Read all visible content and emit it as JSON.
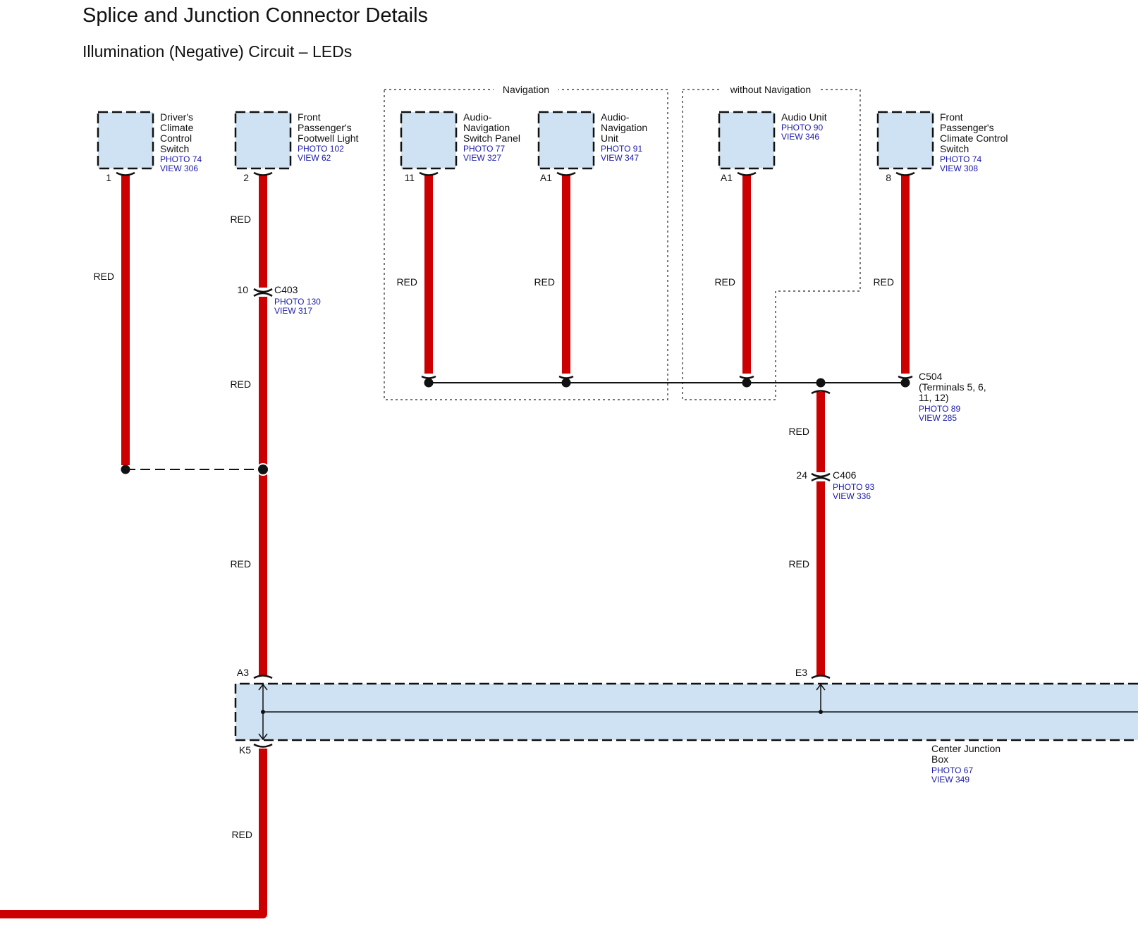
{
  "title": "Splice and Junction Connector Details",
  "subtitle": "Illumination (Negative) Circuit – LEDs",
  "colors": {
    "wire": "#cc0000",
    "component_fill": "#cfe2f3",
    "ref_text": "#1a1aa8"
  },
  "groups": {
    "navigation": "Navigation",
    "without_navigation": "without Navigation"
  },
  "components": {
    "drivers_climate": {
      "name_lines": [
        "Driver's",
        "Climate",
        "Control",
        "Switch"
      ],
      "photo": "PHOTO 74",
      "view": "VIEW 306",
      "pin": "1"
    },
    "footwell_light": {
      "name_lines": [
        "Front",
        "Passenger's",
        "Footwell Light"
      ],
      "photo": "PHOTO 102",
      "view": "VIEW 62",
      "pin": "2"
    },
    "audio_nav_switch": {
      "name_lines": [
        "Audio-",
        "Navigation",
        "Switch Panel"
      ],
      "photo": "PHOTO 77",
      "view": "VIEW 327",
      "pin": "11"
    },
    "audio_nav_unit": {
      "name_lines": [
        "Audio-",
        "Navigation",
        "Unit"
      ],
      "photo": "PHOTO 91",
      "view": "VIEW 347",
      "pin": "A1"
    },
    "audio_unit": {
      "name_lines": [
        "Audio Unit"
      ],
      "photo": "PHOTO 90",
      "view": "VIEW 346",
      "pin": "A1"
    },
    "front_pass_climate": {
      "name_lines": [
        "Front",
        "Passenger's",
        "Climate Control",
        "Switch"
      ],
      "photo": "PHOTO 74",
      "view": "VIEW 308",
      "pin": "8"
    },
    "center_junction_box": {
      "name_lines": [
        "Center Junction",
        "Box"
      ],
      "photo": "PHOTO 67",
      "view": "VIEW 349",
      "pin_a3": "A3",
      "pin_e3": "E3",
      "pin_k5": "K5"
    }
  },
  "connectors": {
    "c403": {
      "name": "C403",
      "pin": "10",
      "photo": "PHOTO 130",
      "view": "VIEW 317"
    },
    "c406": {
      "name": "C406",
      "pin": "24",
      "photo": "PHOTO 93",
      "view": "VIEW 336"
    },
    "c504": {
      "name_lines": [
        "C504",
        "(Terminals 5, 6,",
        "11, 12)"
      ],
      "photo": "PHOTO 89",
      "view": "VIEW 285"
    }
  },
  "wire_labels": {
    "w1": "RED",
    "w2a": "RED",
    "w2b": "RED",
    "w2c": "RED",
    "w11": "RED",
    "wA1nav": "RED",
    "wA1au": "RED",
    "w8": "RED",
    "wc504": "RED",
    "wc406": "RED",
    "wk5": "RED"
  }
}
